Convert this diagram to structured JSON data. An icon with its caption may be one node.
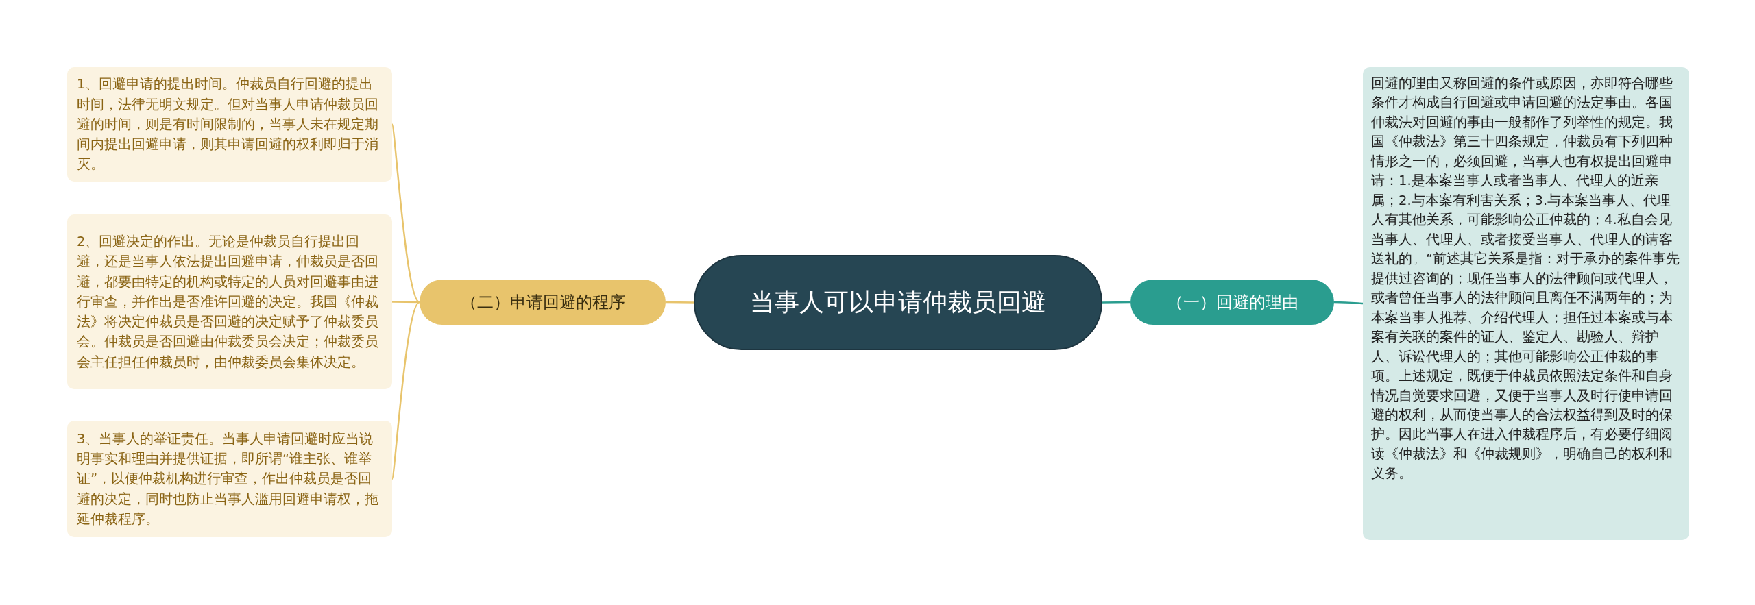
{
  "diagram": {
    "nodes": [
      {
        "text": [
          "当事人可以申请仲裁员回避"
        ]
      },
      {
        "text": [
          "（一）回避的理由"
        ]
      },
      {
        "text": [
          "回避的理由又称回避的条件或原因，亦即符合哪些条件才构成自行回避或申请回避的法定事由。各国仲裁法对回避的事由一般都作了列举性的规定。我国《仲裁法》第三十四条规定，仲裁员有下列四种情形之一的，必须回避，当事人也有权提出回避申请：1.是本案当事人或者当事人、代理人的近亲属；2.与本案有利害关系；3.与本案当事人、代理人有其他关系，可能影响公正仲裁的；4.私自会见当事人、代理人、或者接受当事人、代理人的请客送礼的。“前述其它关系是指：对于承办的案件事先提供过咨询的；现任当事人的法律顾问或代理人，或者曾任当事人的法律顾问且离任不满两年的；为本案当事人推荐、介绍代理人；担任过本案或与本案有关联的案件的证人、鉴定人、勘验人、辩护人、诉讼代理人的；其他可能影响公正仲裁的事项。上述规定，既便于仲裁员依照法定条件和自身情况自觉要求回避，又便于当事人及时行使申请回避的权利，从而使当事人的合法权益得到及时的保护。因此当事人在进入仲裁程序后，有必要仔细阅读《仲裁法》和《仲裁规则》，明确自己的权利和义务。"
        ]
      },
      {
        "text": [
          "（二）申请回避的程序"
        ]
      },
      {
        "text": [
          "1、回避申请的提出时间。仲裁员自行回避的提出时间，法律无明文规定。但对当事人申请仲裁员回避的时间，则是有时间限制的，当事人未在规定期间内提出回避申请，则其申请回避的权利即归于消灭。"
        ]
      },
      {
        "text": [
          "2、回避决定的作出。无论是仲裁员自行提出回避，还是当事人依法提出回避申请，仲裁员是否回避，都要由特定的机构或特定的人员对回避事由进行审查，并作出是否准许回避的决定。我国《仲裁法》将决定仲裁员是否回避的决定赋予了仲裁委员会。仲裁员是否回避由仲裁委员会决定；仲裁委员会主任担任仲裁员时，由仲裁委员会集体决定。"
        ]
      },
      {
        "text": [
          "3、当事人的举证责任。当事人申请回避时应当说明事实和理由并提供证据，即所谓“谁主张、谁举证”，以便仲裁机构进行审查，作出仲裁员是否回避的决定，同时也防止当事人滥用回避申请权，拖延仲裁程序。"
        ]
      }
    ],
    "edges": [
      {
        "from": 0,
        "to": 1,
        "arrow": "none",
        "color": "#2a9d8f"
      },
      {
        "from": 1,
        "to": 2,
        "arrow": "none",
        "color": "#2a9d8f"
      },
      {
        "from": 0,
        "to": 3,
        "arrow": "none"
      },
      {
        "from": 3,
        "to": 4,
        "arrow": "none"
      },
      {
        "from": 3,
        "to": 5,
        "arrow": "none"
      },
      {
        "from": 3,
        "to": 6,
        "arrow": "none"
      }
    ]
  }
}
